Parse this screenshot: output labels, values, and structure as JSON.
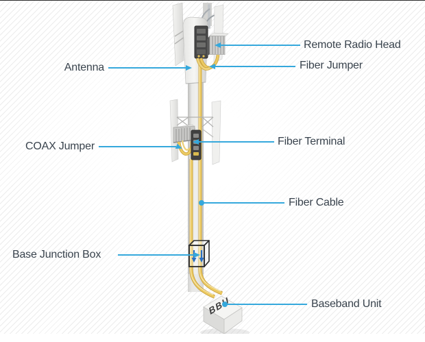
{
  "diagram": {
    "subject": "cell-tower-fiber-architecture",
    "colors": {
      "callout_blue": "#35a8dc",
      "label_text": "#39434d",
      "cable_yellow": "#ecc95f",
      "tower_gray": "#d9d9d7",
      "dark_unit": "#444444"
    },
    "labels": {
      "remote_radio_head": "Remote Radio Head",
      "fiber_jumper": "Fiber Jumper",
      "antenna": "Antenna",
      "fiber_terminal": "Fiber Terminal",
      "coax_jumper": "COAX Jumper",
      "fiber_cable": "Fiber Cable",
      "base_junction_box": "Base Junction Box",
      "baseband_unit": "Baseband Unit",
      "bbu_box_text": "BBU"
    }
  }
}
